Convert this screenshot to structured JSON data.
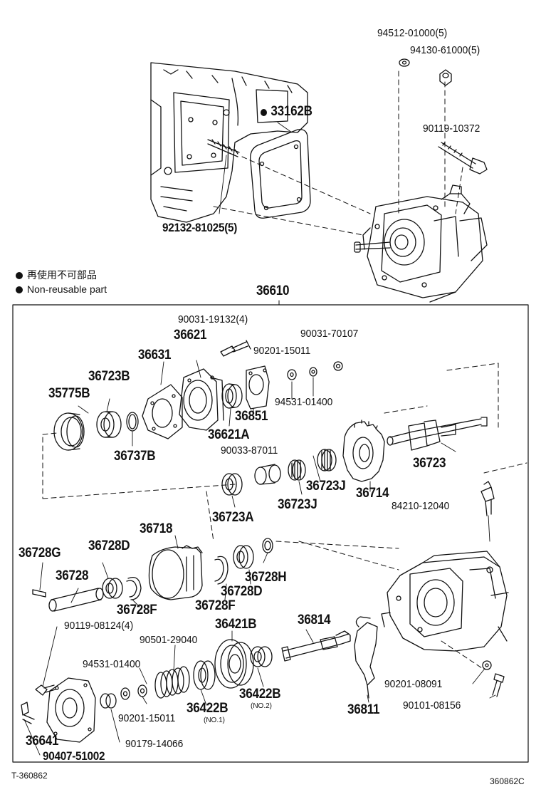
{
  "legend": {
    "jp": "再使用不可部品",
    "en": "Non-reusable part"
  },
  "assembly": "36610",
  "parts": {
    "p94512": "94512-01000(5)",
    "p94130": "94130-61000(5)",
    "p33162": "33162B",
    "p90119a": "90119-10372",
    "p92132": "92132-81025(5)",
    "p90031a": "90031-19132(4)",
    "p36621": "36621",
    "p90031b": "90031-70107",
    "p36631": "36631",
    "p90201a": "90201-15011",
    "p36723B": "36723B",
    "p35775B": "35775B",
    "p94531a": "94531-01400",
    "p36851": "36851",
    "p36621A": "36621A",
    "p36737B": "36737B",
    "p90033": "90033-87011",
    "p36723": "36723",
    "p36723J1": "36723J",
    "p36714": "36714",
    "p36723J2": "36723J",
    "p84210": "84210-12040",
    "p36723A": "36723A",
    "p36718": "36718",
    "p36728G": "36728G",
    "p36728D1": "36728D",
    "p36728": "36728",
    "p36728H": "36728H",
    "p36728D2": "36728D",
    "p36728F1": "36728F",
    "p36728F2": "36728F",
    "p90119b": "90119-08124(4)",
    "p36814": "36814",
    "p36421B": "36421B",
    "p90501": "90501-29040",
    "p94531b": "94531-01400",
    "p36422B1": "36422B",
    "p36422B2": "36422B",
    "no1": "(NO.1)",
    "no2": "(NO.2)",
    "p90201b": "90201-08091",
    "p90201c": "90201-15011",
    "p36811": "36811",
    "p90101": "90101-08156",
    "p36641": "36641",
    "p90179": "90179-14066",
    "p90407": "90407-51002"
  },
  "footer": {
    "left": "T-360862",
    "right": "360862C"
  }
}
